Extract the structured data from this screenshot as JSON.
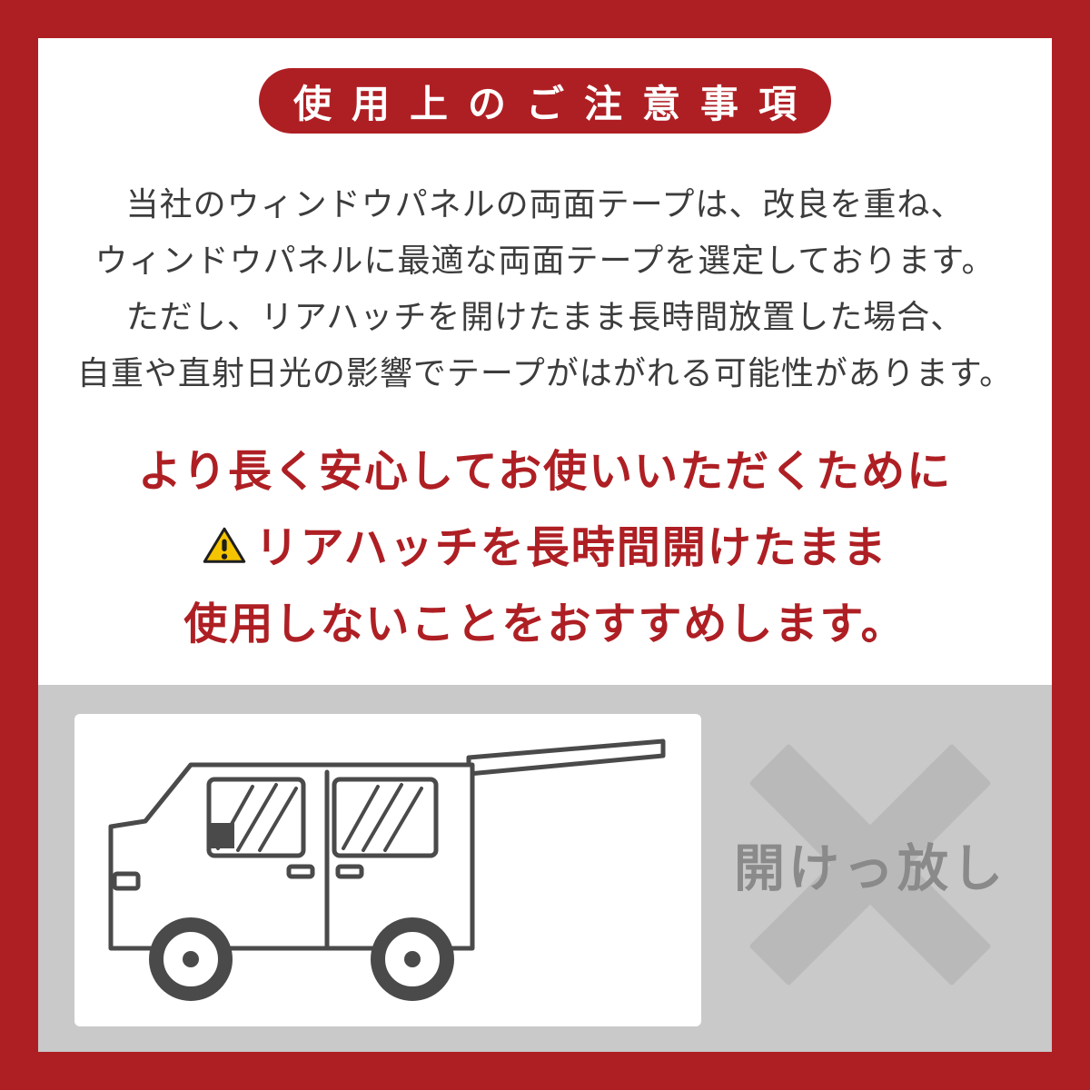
{
  "header": {
    "title": "使用上のご注意事項"
  },
  "notice": {
    "lines": [
      "当社のウィンドウパネルの両面テープは、改良を重ね、",
      "ウィンドウパネルに最適な両面テープを選定しております。",
      "ただし、リアハッチを開けたまま長時間放置した場合、",
      "自重や直射日光の影響でテープがはがれる可能性があります。"
    ]
  },
  "recommendation": {
    "line1": "より長く安心してお使いいただくために",
    "line2": "リアハッチを長時間開けたまま",
    "line3": "使用しないことをおすすめします。",
    "warning_icon": "warning-triangle-icon"
  },
  "illustration": {
    "caption": "開けっ放し",
    "x_icon": "x-mark-icon",
    "van_icon": "van-rear-hatch-open-illustration"
  },
  "colors": {
    "frame_red": "#AE1F24",
    "text_dark": "#3C3C3C",
    "panel_gray": "#C9C9C9",
    "x_gray": "#B9B9B9",
    "caption_gray": "#8A8A8A",
    "warning_yellow": "#F5C400",
    "illustration_line_gray": "#4A4A4A"
  }
}
